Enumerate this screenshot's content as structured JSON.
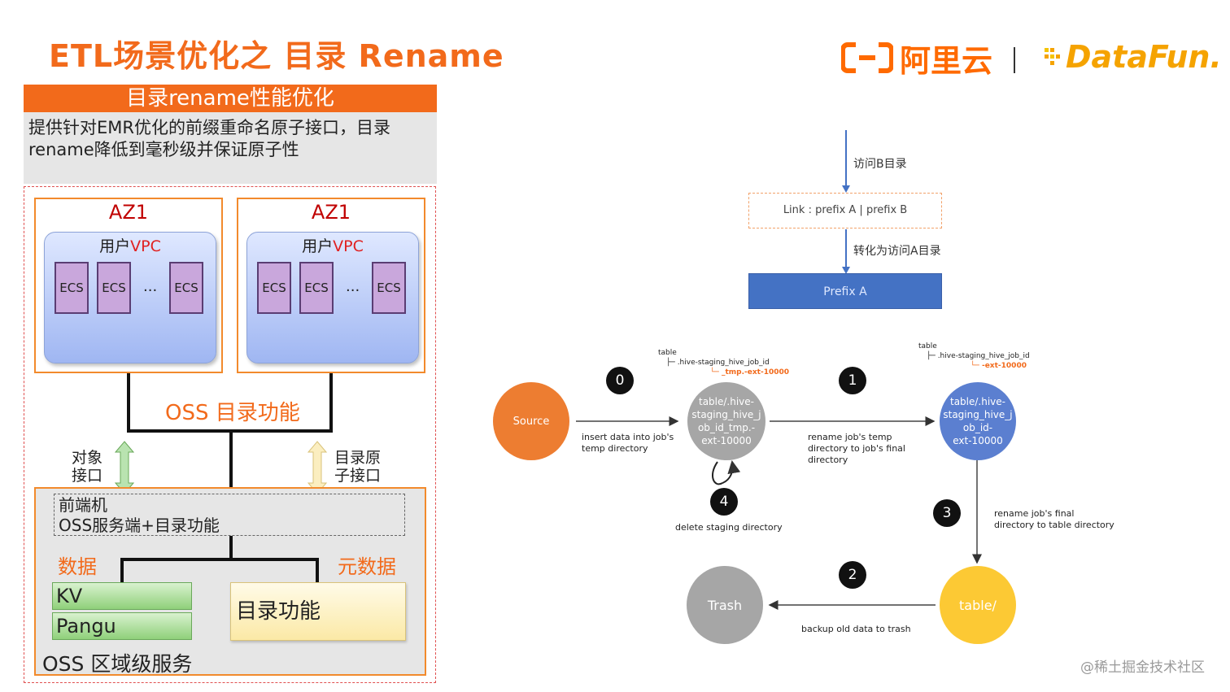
{
  "title": "ETL场景优化之 目录 Rename",
  "logos": {
    "aliyun_text": "阿里云",
    "aliyun_icon": "aliyun-logo-icon",
    "datafun_text": "DataFun."
  },
  "left_panel": {
    "header": "目录rename性能优化",
    "description_line1": "提供针对EMR优化的前缀重命名原子接口，目录",
    "description_line2": "rename降低到毫秒级并保证原子性",
    "az_left": {
      "label": "AZ1",
      "vpc_prefix": "用户",
      "vpc_suffix": "VPC",
      "ecs": [
        "ECS",
        "ECS",
        "ECS"
      ],
      "ellipsis": "..."
    },
    "az_right": {
      "label": "AZ1",
      "vpc_prefix": "用户",
      "vpc_suffix": "VPC",
      "ecs": [
        "ECS",
        "ECS",
        "ECS"
      ],
      "ellipsis": "..."
    },
    "oss_function": "OSS 目录功能",
    "object_interface_line1": "对象",
    "object_interface_line2": "接口",
    "dir_atomic_line1": "目录原",
    "dir_atomic_line2": "子接口",
    "frontend_line1": "前端机",
    "frontend_line2": "OSS服务端+目录功能",
    "data_label": "数据",
    "metadata_label": "元数据",
    "kv": "KV",
    "pangu": "Pangu",
    "dir_function": "目录功能",
    "region_service": "OSS 区域级服务",
    "colors": {
      "accent": "#f26a1b",
      "az_red": "#c00000"
    }
  },
  "right_top": {
    "access_b": "访问B目录",
    "link_text": "Link :   prefix A | prefix B",
    "convert_a": "转化为访问A目录",
    "prefix_a": "Prefix A"
  },
  "flow": {
    "source": "Source",
    "staging_node": [
      "table/.hive-",
      "staging_hive_j",
      "ob_id_tmp.-",
      "ext-10000"
    ],
    "final_staging_node": [
      "table/.hive-",
      "staging_hive_j",
      "ob_id-",
      "ext-10000"
    ],
    "table_node": "table/",
    "trash_node": "Trash",
    "steps": [
      "0",
      "1",
      "2",
      "3",
      "4"
    ],
    "insert_label": [
      "insert data into job's",
      "temp directory"
    ],
    "rename_temp_label": [
      "rename job's temp",
      "directory to job's final",
      "directory"
    ],
    "rename_final_label": [
      "rename job's final",
      "directory to table directory"
    ],
    "backup_label": "backup old data to trash",
    "delete_label": "delete staging directory",
    "tree1": {
      "root": "table",
      "child": "├─ .hive-staging_hive_job_id",
      "leaf": "└─ _tmp.-ext-10000"
    },
    "tree2": {
      "root": "table",
      "child": "├─ .hive-staging_hive_job_id",
      "leaf": "└─ -ext-10000"
    },
    "colors": {
      "source": "#ed7d31",
      "staging": "#a6a6a6",
      "final": "#5b7fd0",
      "table": "#fcc934",
      "trash": "#a6a6a6",
      "highlight": "#f26a1b"
    }
  },
  "watermark": "@稀土掘金技术社区"
}
